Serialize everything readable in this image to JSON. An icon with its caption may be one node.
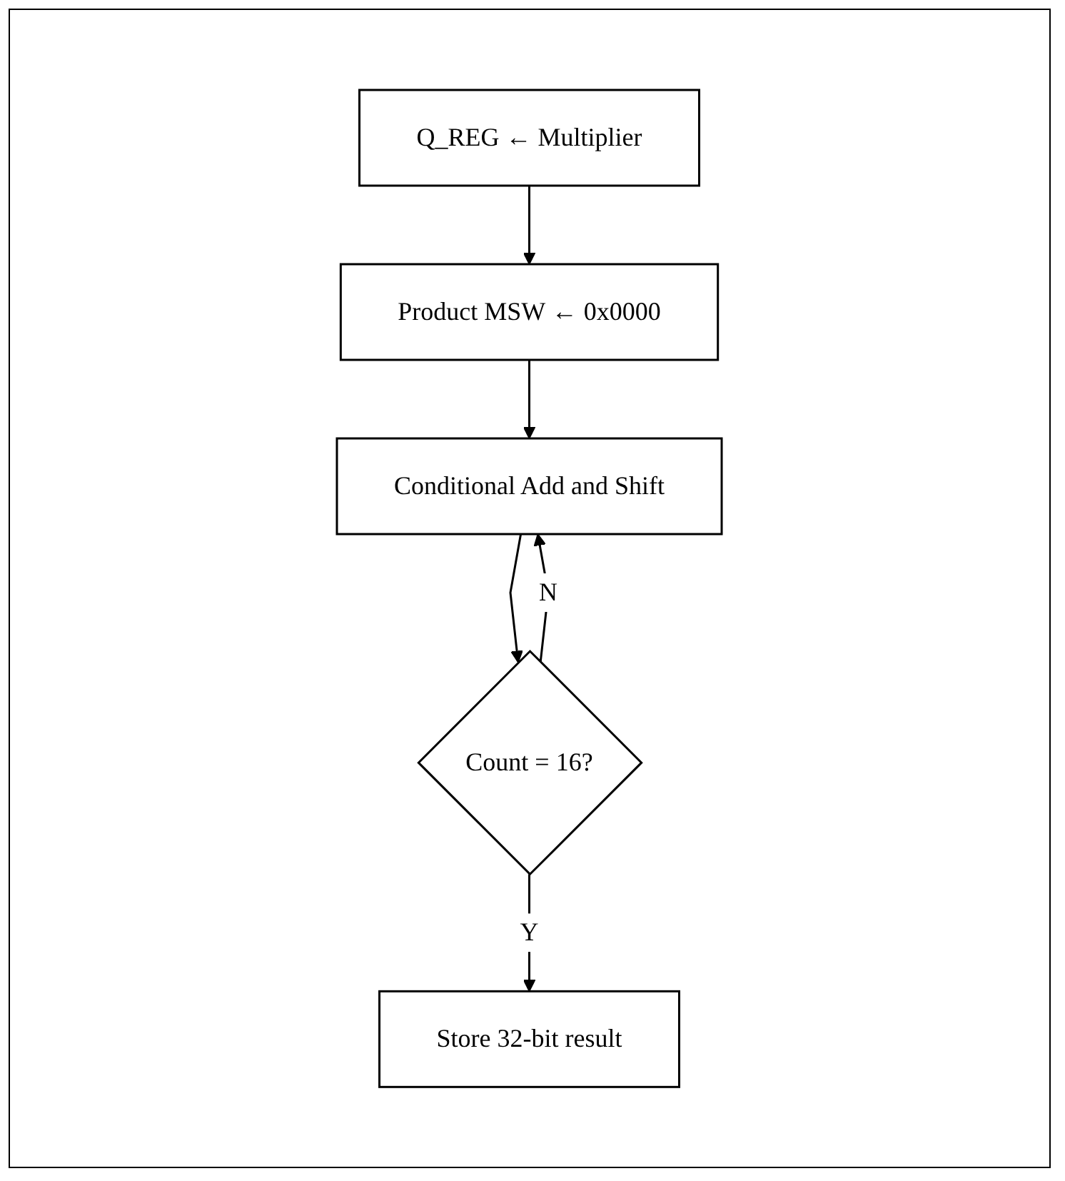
{
  "diagram": {
    "nodes": [
      {
        "text": [
          "Q_REG ← Multiplier"
        ]
      },
      {
        "text": [
          "Product MSW ← 0x0000"
        ]
      },
      {
        "text": [
          "Conditional Add and Shift"
        ]
      },
      {
        "text": [
          "Count = 16?"
        ]
      },
      {
        "text": [
          "Store 32-bit result"
        ]
      }
    ],
    "edges": [
      {
        "from": 0,
        "to": 1,
        "arrow": "to"
      },
      {
        "from": 1,
        "to": 2,
        "arrow": "to"
      },
      {
        "from": 2,
        "to": 3,
        "arrow": "to"
      },
      {
        "from": 3,
        "to": 2,
        "label": "N",
        "arrow": "to"
      },
      {
        "from": 3,
        "to": 4,
        "label": "Y",
        "arrow": "to"
      }
    ]
  }
}
